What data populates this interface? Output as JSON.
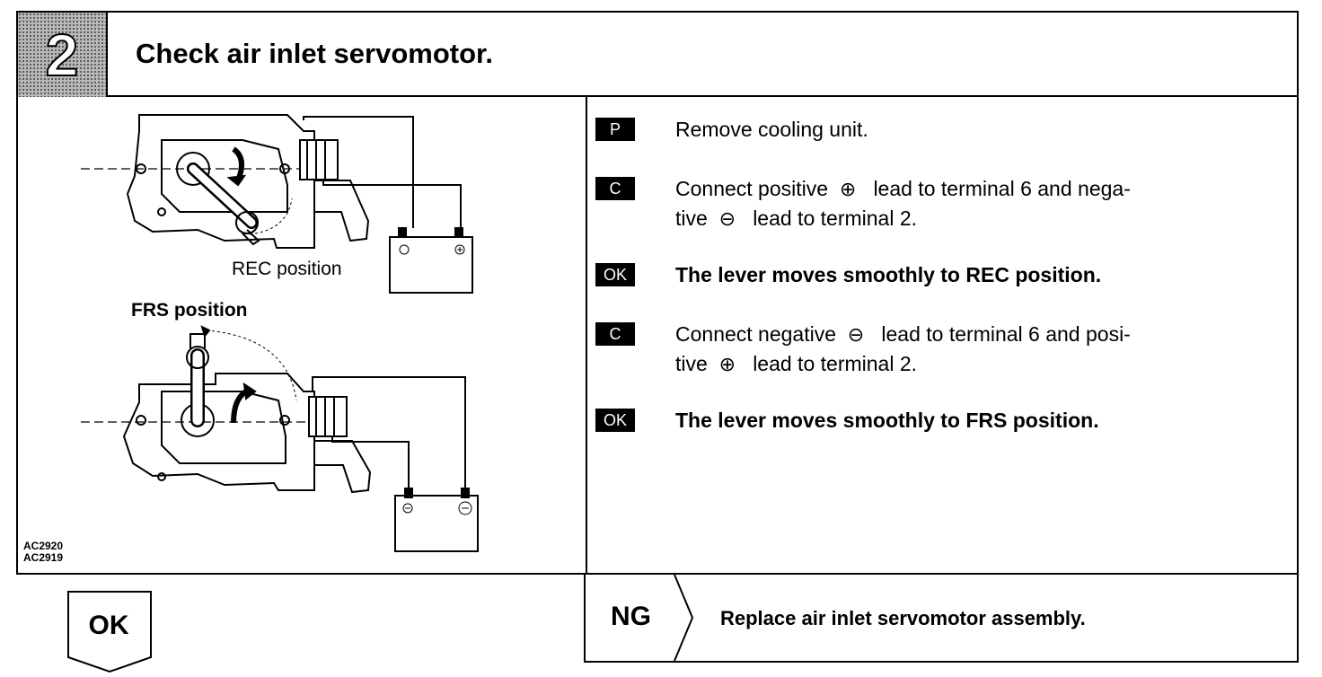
{
  "header": {
    "step_number": "2",
    "title": "Check air inlet servomotor."
  },
  "illustration": {
    "rec_label": "REC position",
    "frs_label": "FRS position",
    "figure_codes": [
      "AC2920",
      "AC2919"
    ]
  },
  "steps": [
    {
      "badge": "P",
      "text": "Remove cooling unit."
    },
    {
      "badge": "C",
      "line1_a": "Connect positive",
      "sym1": "⊕",
      "line1_b": "lead to terminal 6 and nega-",
      "line2_a": "tive",
      "sym2": "⊖",
      "line2_b": "lead to terminal 2."
    },
    {
      "badge": "OK",
      "text": "The lever moves smoothly to REC position."
    },
    {
      "badge": "C",
      "line1_a": "Connect negative",
      "sym1": "⊖",
      "line1_b": "lead to terminal 6 and posi-",
      "line2_a": "tive",
      "sym2": "⊕",
      "line2_b": "lead to terminal 2."
    },
    {
      "badge": "OK",
      "text": "The lever moves smoothly to FRS position."
    }
  ],
  "results": {
    "ok_label": "OK",
    "ng_label": "NG",
    "ng_action": "Replace air inlet servomotor assembly."
  }
}
